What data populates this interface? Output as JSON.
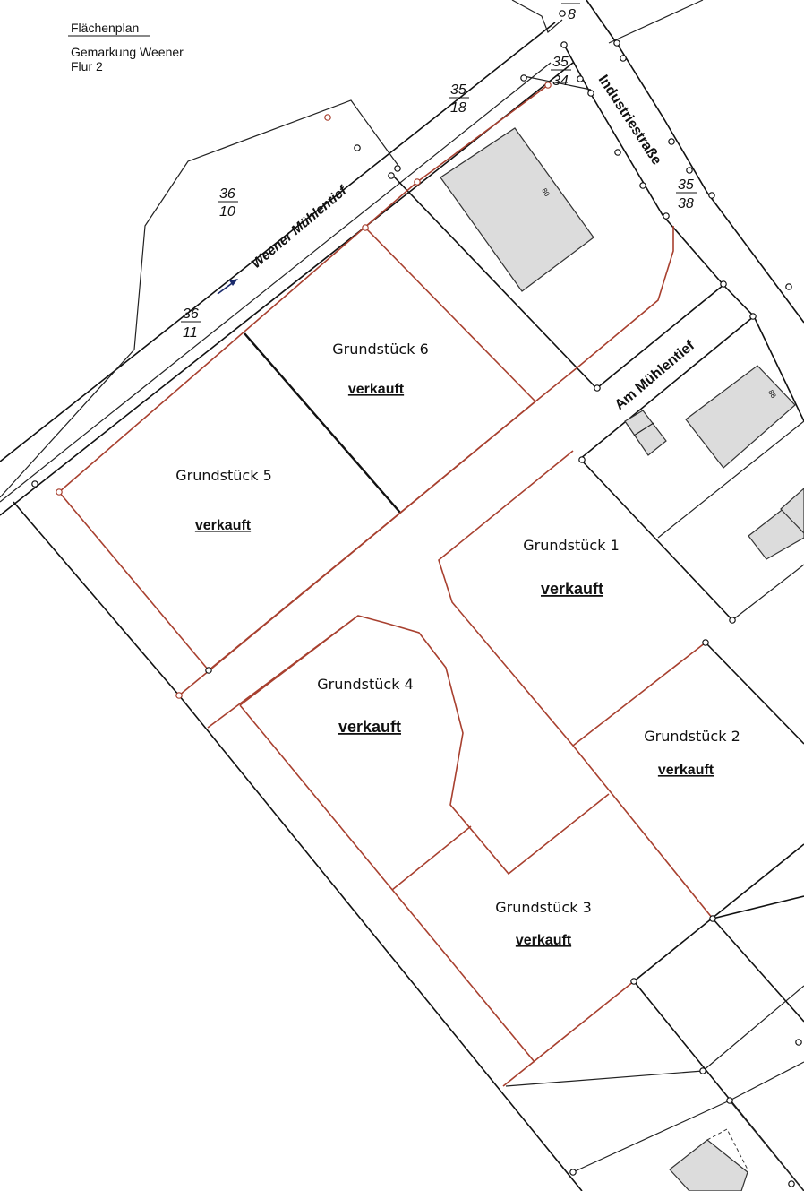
{
  "header": {
    "title": "Flächenplan",
    "district": "Gemarkung  Weener",
    "flur": "Flur  2"
  },
  "parcels": [
    {
      "num": "36",
      "den": "10"
    },
    {
      "num": "36",
      "den": "11"
    },
    {
      "num": "35",
      "den": "18"
    },
    {
      "num": "35",
      "den": "34"
    },
    {
      "num": "35",
      "den": "38"
    },
    {
      "num": "",
      "den": "8"
    }
  ],
  "streets": {
    "canal": "Weener Mühlentief",
    "industrial": "Industriestraße",
    "mill": "Am Mühlentief"
  },
  "lots": [
    {
      "name": "Grundstück 1",
      "status": "verkauft"
    },
    {
      "name": "Grundstück 2",
      "status": "verkauft"
    },
    {
      "name": "Grundstück 3",
      "status": "verkauft"
    },
    {
      "name": "Grundstück 4",
      "status": "verkauft"
    },
    {
      "name": "Grundstück 5",
      "status": "verkauft"
    },
    {
      "name": "Grundstück 6",
      "status": "verkauft"
    }
  ],
  "buildings": {
    "house_80": "80",
    "house_88": "88"
  },
  "colors": {
    "lot_boundary": "#a8402f",
    "cadastre_line": "#111111",
    "building_fill": "#dcdcdc"
  }
}
